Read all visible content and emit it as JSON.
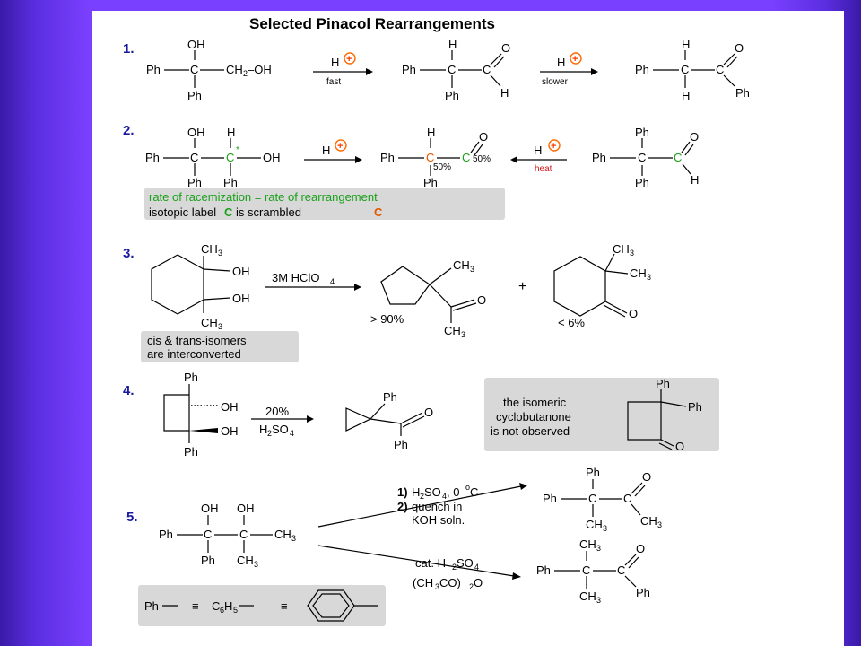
{
  "title": "Selected Pinacol Rearrangements",
  "colors": {
    "background": "#6a35f0",
    "number": "#1a1aa0",
    "fast": "#1a4ad0",
    "slow": "#d01a1a",
    "label_green": "#1aa01a",
    "label_orange": "#e05a00",
    "plus_circle": "#ff6a00",
    "box": "#d8d8d8"
  },
  "reactions": {
    "r1": {
      "number": "1.",
      "cond1": "fast",
      "cond2": "slower"
    },
    "r2": {
      "number": "2.",
      "cond2": "heat",
      "pct_a": "50%",
      "pct_b": "50%",
      "note_line1": "rate of racemization = rate of rearrangement",
      "note_line2_prefix": "isotopic label",
      "note_line2_c": "C",
      "note_line2_mid": "is scrambled",
      "note_line2_c2": "C"
    },
    "r3": {
      "number": "3.",
      "reagent": "3M HClO",
      "yield1": "> 90%",
      "plus": "+",
      "yield2": "< 6%",
      "note_line1": "cis & trans-isomers",
      "note_line2": "are interconverted"
    },
    "r4": {
      "number": "4.",
      "reagent1": "20%",
      "reagent2": "H",
      "note_line1": "the isomeric",
      "note_line2": "cyclobutanone",
      "note_line3": "is not observed"
    },
    "r5": {
      "number": "5.",
      "step1_num": "1)",
      "step1": "H",
      "step1_b": "SO",
      "step1_c": ", 0",
      "step1_deg": "o",
      "step1_d": "C",
      "step2_num": "2)",
      "step2": "quench in",
      "step2b": "KOH soln.",
      "alt": "cat. H",
      "alt_b": "SO",
      "alt2": "(CH",
      "alt2_b": "CO)",
      "alt2_c": "O"
    }
  },
  "legend": {
    "ph": "Ph",
    "eq1": "≡",
    "c6h5": "C",
    "c6h5_b": "H",
    "eq2": "≡"
  }
}
